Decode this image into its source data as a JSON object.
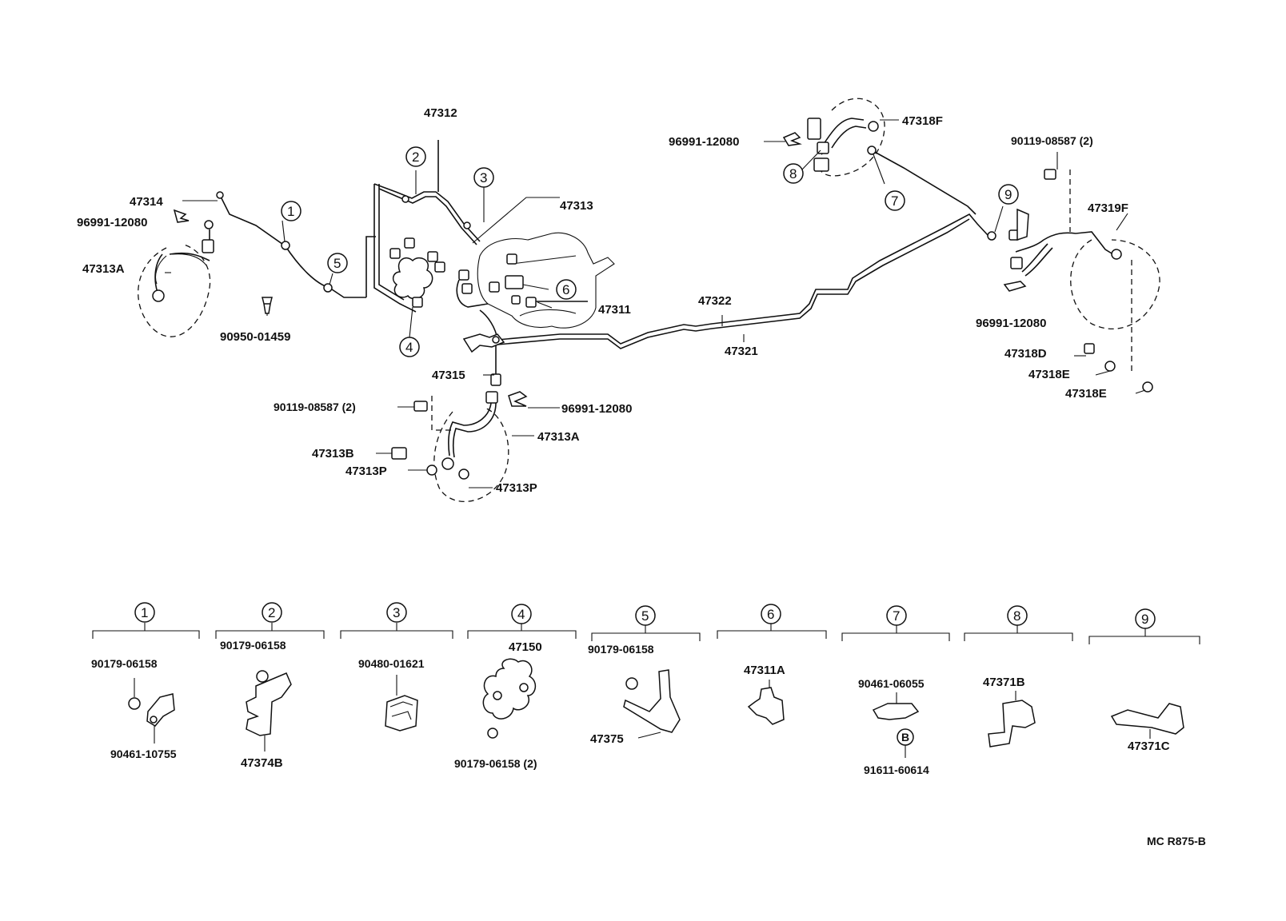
{
  "diagram": {
    "callout_labels": {
      "p47312": "47312",
      "p47313_top": "47313",
      "p47314": "47314",
      "p96991_left": "96991-12080",
      "p47313A_left": "47313A",
      "p90950": "90950-01459",
      "p47311": "47311",
      "p47322": "47322",
      "p47321": "47321",
      "p47315": "47315",
      "p90119_mid": "90119-08587 (2)",
      "p96991_mid": "96991-12080",
      "p47313A_mid": "47313A",
      "p47313B": "47313B",
      "p47313P_a": "47313P",
      "p47313P_b": "47313P",
      "p96991_top": "96991-12080",
      "p47318F": "47318F",
      "p90119_right": "90119-08587 (2)",
      "p47319F": "47319F",
      "p96991_right": "96991-12080",
      "p47318D": "47318D",
      "p47318E_a": "47318E",
      "p47318E_b": "47318E"
    },
    "circled_numbers": {
      "c1": "1",
      "c2": "2",
      "c3": "3",
      "c4": "4",
      "c5": "5",
      "c6": "6",
      "c7": "7",
      "c8": "8",
      "c9": "9"
    },
    "detail_groups": [
      {
        "num": "1",
        "parts": [
          "90179-06158",
          "90461-10755"
        ]
      },
      {
        "num": "2",
        "parts": [
          "90179-06158",
          "47374B"
        ]
      },
      {
        "num": "3",
        "parts": [
          "90480-01621"
        ]
      },
      {
        "num": "4",
        "parts": [
          "47150",
          "90179-06158 (2)"
        ]
      },
      {
        "num": "5",
        "parts": [
          "90179-06158",
          "47375"
        ]
      },
      {
        "num": "6",
        "parts": [
          "47311A"
        ]
      },
      {
        "num": "7",
        "parts": [
          "90461-06055",
          "B",
          "91611-60614"
        ]
      },
      {
        "num": "8",
        "parts": [
          "47371B"
        ]
      },
      {
        "num": "9",
        "parts": [
          "47371C"
        ]
      }
    ],
    "figure_code": "MC  R875-B"
  }
}
